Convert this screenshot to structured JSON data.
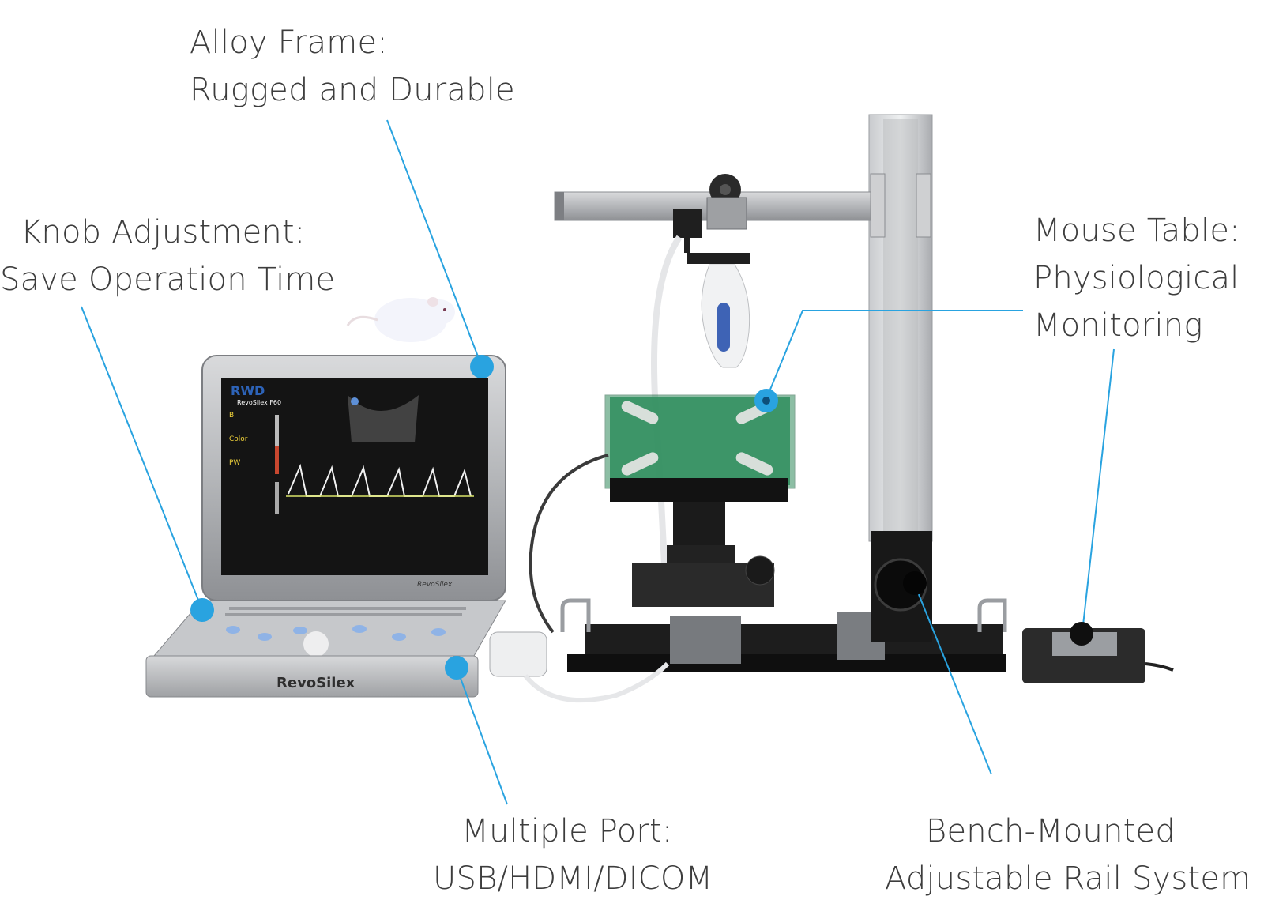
{
  "callouts": [
    {
      "id": "alloy-frame",
      "line1": "Alloy Frame:",
      "line2": "Rugged and Durable"
    },
    {
      "id": "knob-adjustment",
      "line1": "Knob Adjustment:",
      "line2": "Save Operation Time"
    },
    {
      "id": "mouse-table",
      "line1": "Mouse Table:",
      "line2": "Physiological",
      "line3": "Monitoring"
    },
    {
      "id": "multiple-port",
      "line1": "Multiple Port:",
      "line2": "USB/HDMI/DICOM"
    },
    {
      "id": "rail-system",
      "line1": "Bench-Mounted",
      "line2": "Adjustable Rail System"
    }
  ],
  "device": {
    "brand_logo": "RWD",
    "screen_model": "RevoSilex F60",
    "bezel_label": "RevoSilex",
    "base_label": "RevoSilex",
    "mode_b": "B",
    "mode_color": "Color",
    "mode_pw": "PW"
  },
  "colors": {
    "accent": "#29a3e0",
    "text": "#3d3d3d"
  }
}
